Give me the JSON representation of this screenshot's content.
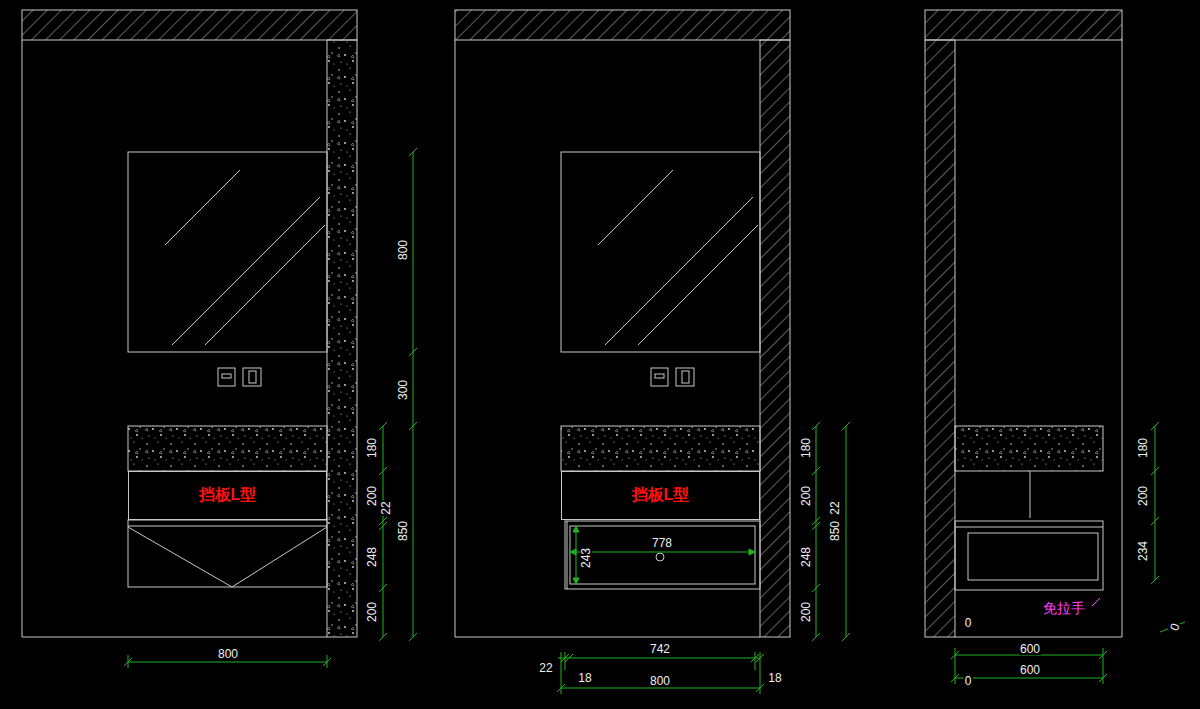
{
  "diagram": {
    "nodes": [
      {
        "text": [
          "挡板L型"
        ]
      },
      {
        "text": [
          "挡板L型"
        ]
      }
    ],
    "labels": [
      "800",
      "300",
      "180",
      "200",
      "22",
      "850",
      "248",
      "200",
      "800",
      "778",
      "243",
      "180",
      "200",
      "22",
      "850",
      "248",
      "200",
      "742",
      "22",
      "18",
      "800",
      "18",
      "180",
      "200",
      "234",
      "免拉手",
      "0",
      "0",
      "600",
      "600",
      "0"
    ]
  }
}
